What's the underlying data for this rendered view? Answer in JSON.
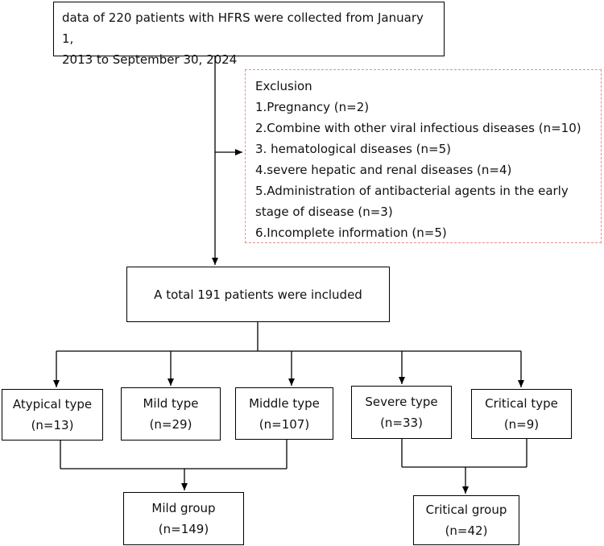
{
  "source": {
    "line1": "data of 220 patients with HFRS were collected from January 1,",
    "line2": "2013 to September 30, 2024"
  },
  "exclusion": {
    "title": "Exclusion",
    "items": [
      "1.Pregnancy (n=2)",
      "2.Combine with other viral infectious diseases (n=10)",
      "3. hematological diseases (n=5)",
      "4.severe hepatic and renal diseases (n=4)",
      "5.Administration of antibacterial agents in the early",
      "stage of disease (n=3)",
      "6.Incomplete information (n=5)"
    ]
  },
  "included": {
    "label": "A total 191 patients were included"
  },
  "types": [
    {
      "name": "Atypical type",
      "count": "(n=13)"
    },
    {
      "name": "Mild type",
      "count": "(n=29)"
    },
    {
      "name": "Middle type",
      "count": "(n=107)"
    },
    {
      "name": "Severe type",
      "count": "(n=33)"
    },
    {
      "name": "Critical type",
      "count": "(n=9)"
    }
  ],
  "groups": [
    {
      "name": "Mild group",
      "count": "(n=149)"
    },
    {
      "name": "Critical group",
      "count": "(n=42)"
    }
  ]
}
